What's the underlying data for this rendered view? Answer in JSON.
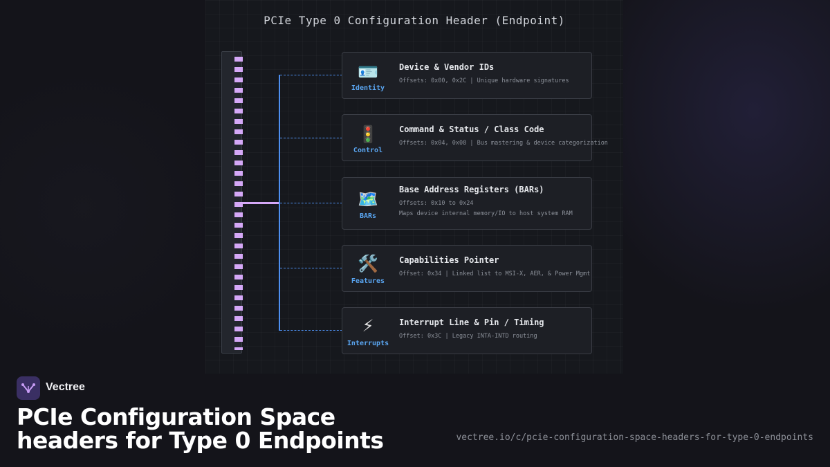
{
  "diagram": {
    "title": "PCIe Type 0 Configuration Header (Endpoint)",
    "cards": [
      {
        "icon": "🪪",
        "icon_name": "id-card-icon",
        "tag": "Identity",
        "title": "Device & Vendor IDs",
        "details": [
          "Offsets: 0x00, 0x2C | Unique hardware signatures"
        ]
      },
      {
        "icon": "🚦",
        "icon_name": "traffic-light-icon",
        "tag": "Control",
        "title": "Command & Status / Class Code",
        "details": [
          "Offsets: 0x04, 0x08 | Bus mastering & device categorization"
        ]
      },
      {
        "icon": "🗺️",
        "icon_name": "map-icon",
        "tag": "BARs",
        "title": "Base Address Registers (BARs)",
        "details": [
          "Offsets: 0x10 to 0x24",
          "Maps device internal memory/IO to host system RAM"
        ]
      },
      {
        "icon": "🛠️",
        "icon_name": "tools-icon",
        "tag": "Features",
        "title": "Capabilities Pointer",
        "details": [
          "Offset: 0x34 | Linked list to MSI-X, AER, & Power Mgmt"
        ]
      },
      {
        "icon": "⚡",
        "icon_name": "lightning-icon",
        "tag": "Interrupts",
        "title": "Interrupt Line & Pin / Timing",
        "details": [
          "Offset: 0x3C | Legacy INTA-INTD routing"
        ]
      }
    ]
  },
  "footer": {
    "brand": "Vectree",
    "brand_icon": "vectree-logo-icon",
    "headline_lines": [
      "PCIe Configuration Space",
      "headers for Type 0 Endpoints"
    ],
    "url": "vectree.io/c/pcie-configuration-space-headers-for-type-0-endpoints"
  },
  "colors": {
    "background": "#14141a",
    "register_cells": "#d5a8f7",
    "connector_blue": "#4d8ff0",
    "tag_blue": "#5aa6f2",
    "brand_purple": "#3a2f63"
  }
}
